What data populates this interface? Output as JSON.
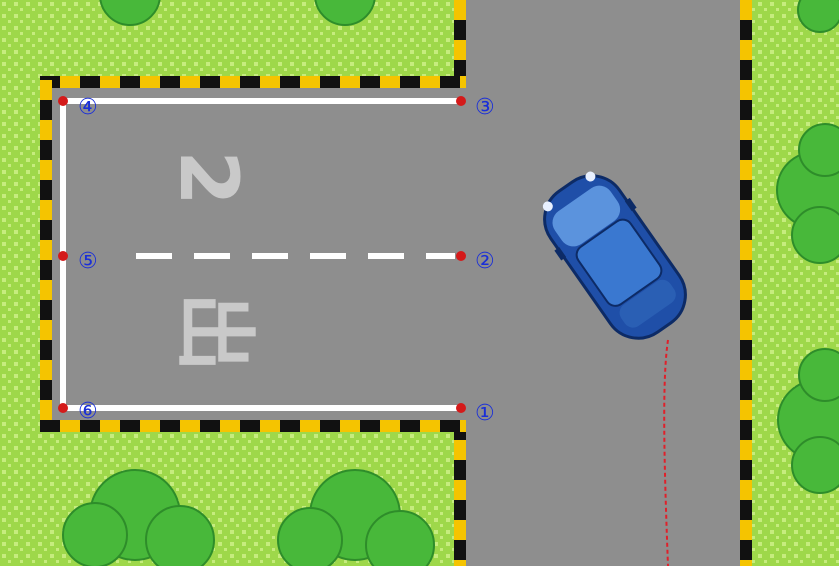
{
  "colors": {
    "grass": "#9ed84a",
    "grass_dot": "#c6ec7e",
    "road": "#8e8e8e",
    "curb_yellow": "#f5c400",
    "curb_black": "#111111",
    "line_white": "#ffffff",
    "point_red": "#d41a1a",
    "label_blue": "#1a2fd8",
    "car_body": "#1f4fa8",
    "car_roof": "#3a78d0",
    "tree": "#48b83a",
    "path_red": "#e0202a"
  },
  "points": [
    {
      "id": "1",
      "label": "①"
    },
    {
      "id": "2",
      "label": "②"
    },
    {
      "id": "3",
      "label": "③"
    },
    {
      "id": "4",
      "label": "④"
    },
    {
      "id": "5",
      "label": "⑤"
    },
    {
      "id": "6",
      "label": "⑥"
    }
  ],
  "parking_space_text": {
    "number": "2",
    "character": "出"
  },
  "icons": {
    "car": "car-icon",
    "tree": "tree-icon"
  }
}
